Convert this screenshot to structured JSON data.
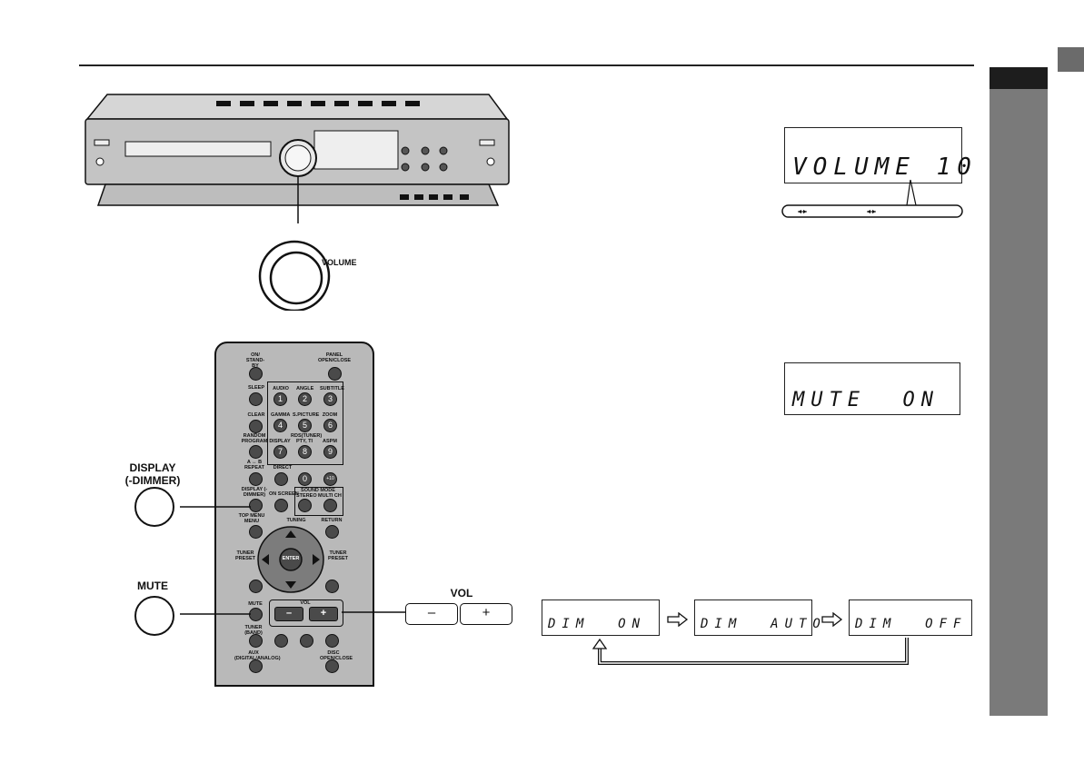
{
  "labels": {
    "volume_knob": "VOLUME",
    "display_button": "DISPLAY",
    "display_button_sub": "(-DIMMER)",
    "mute_button": "MUTE",
    "vol_button": "VOL",
    "vol_minus": "–",
    "vol_plus": "+"
  },
  "displays": {
    "volume": "VOLUME 10",
    "mute": "MUTE  ON",
    "dim_on": "DIM  ON",
    "dim_auto": "DIM  AUTO",
    "dim_off": "DIM  OFF"
  },
  "remote": {
    "on_standby": "ON/ STAND-BY",
    "panel_open": "PANEL OPEN/CLOSE",
    "sleep": "SLEEP",
    "clear": "CLEAR",
    "random_program": "RANDOM PROGRAM",
    "repeat": "A ↔ B REPEAT",
    "direct": "DIRECT",
    "display_dimmer": "DISPLAY (-DIMMER)",
    "on_screen": "ON SCREEN",
    "sound_mode": "SOUND MODE",
    "stereo": "STEREO",
    "multi_ch": "MULTI CH",
    "top_menu": "TOP MENU MENU",
    "tuning": "TUNING",
    "return": "RETURN",
    "enter": "ENTER",
    "tuner_preset": "TUNER PRESET",
    "mute": "MUTE",
    "tuner_band": "TUNER (BAND)",
    "aux": "AUX (DIGITAL/ANALOG)",
    "disc_open": "DISC OPEN/CLOSE",
    "vol": "VOL",
    "rds": "RDS(TUNER)",
    "keys": [
      {
        "label": "AUDIO",
        "num": "1"
      },
      {
        "label": "ANGLE",
        "num": "2"
      },
      {
        "label": "SUBTITLE",
        "num": "3"
      },
      {
        "label": "GAMMA",
        "num": "4"
      },
      {
        "label": "S.PICTURE",
        "num": "5"
      },
      {
        "label": "ZOOM",
        "num": "6"
      },
      {
        "label": "DISPLAY",
        "num": "7"
      },
      {
        "label": "PTY, TI",
        "num": "8"
      },
      {
        "label": "ASPM",
        "num": "9"
      }
    ],
    "zero": "0",
    "plus10": "+10"
  },
  "colors": {
    "side_tab": "#7a7a7a",
    "side_tab_top": "#1d1d1d",
    "remote_body": "#b9b9b9"
  }
}
